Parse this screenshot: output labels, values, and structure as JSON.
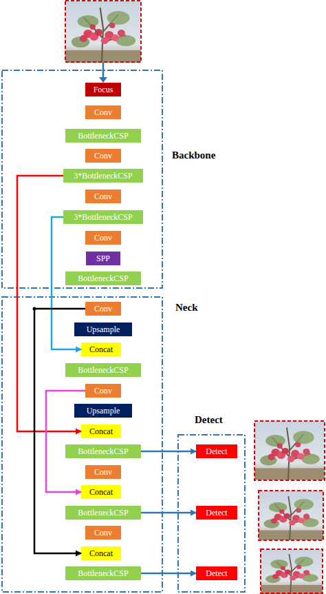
{
  "diagram": {
    "nodes": [
      {
        "text": [
          "Backbone"
        ]
      },
      {
        "text": [
          "Focus"
        ],
        "in": 0
      },
      {
        "text": [
          "Conv"
        ],
        "in": 0
      },
      {
        "text": [
          "BottleneckCSP"
        ],
        "in": 0
      },
      {
        "text": [
          "Conv"
        ],
        "in": 0
      },
      {
        "text": [
          "3*BottleneckCSP"
        ],
        "in": 0
      },
      {
        "text": [
          "Conv"
        ],
        "in": 0
      },
      {
        "text": [
          "3*BottleneckCSP"
        ],
        "in": 0
      },
      {
        "text": [
          "Conv"
        ],
        "in": 0
      },
      {
        "text": [
          "SPP"
        ],
        "in": 0
      },
      {
        "text": [
          "BottleneckCSP"
        ],
        "in": 0
      },
      {
        "text": [
          "Neck"
        ]
      },
      {
        "text": [
          "Conv"
        ],
        "in": 11
      },
      {
        "text": [
          "Upsample"
        ],
        "in": 11
      },
      {
        "text": [
          "Concat"
        ],
        "in": 11
      },
      {
        "text": [
          "BottleneckCSP"
        ],
        "in": 11
      },
      {
        "text": [
          "Conv"
        ],
        "in": 11
      },
      {
        "text": [
          "Upsample"
        ],
        "in": 11
      },
      {
        "text": [
          "Concat"
        ],
        "in": 11
      },
      {
        "text": [
          "BottleneckCSP"
        ],
        "in": 11
      },
      {
        "text": [
          "Conv"
        ],
        "in": 11
      },
      {
        "text": [
          "Concat"
        ],
        "in": 11
      },
      {
        "text": [
          "BottleneckCSP"
        ],
        "in": 11
      },
      {
        "text": [
          "Conv"
        ],
        "in": 11
      },
      {
        "text": [
          "Concat"
        ],
        "in": 11
      },
      {
        "text": [
          "BottleneckCSP"
        ],
        "in": 11
      },
      {
        "text": [
          "Detect"
        ]
      },
      {
        "text": [
          "Detect"
        ],
        "in": 26
      },
      {
        "text": [
          "Detect"
        ],
        "in": 26
      },
      {
        "text": [
          "Detect"
        ],
        "in": 26
      }
    ],
    "edges": [
      {
        "from": 5,
        "to": 18,
        "arrow": "to"
      },
      {
        "from": 7,
        "to": 14,
        "arrow": "to"
      },
      {
        "from": 12,
        "to": 24,
        "arrow": "to"
      },
      {
        "from": 16,
        "to": 21,
        "arrow": "to"
      },
      {
        "from": 19,
        "to": 27,
        "arrow": "to"
      },
      {
        "from": 22,
        "to": 28,
        "arrow": "to"
      },
      {
        "from": 25,
        "to": 29,
        "arrow": "to"
      }
    ]
  }
}
